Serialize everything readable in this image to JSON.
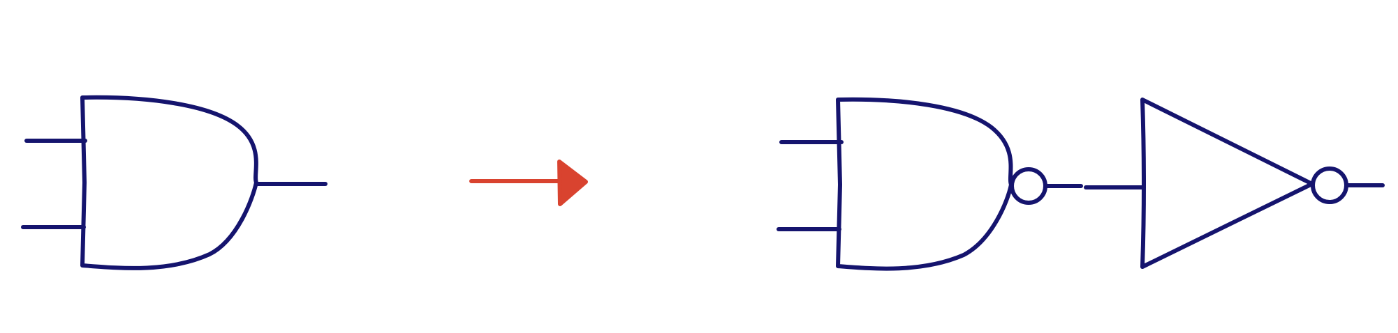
{
  "diagram": {
    "description_visible_text": "",
    "colors": {
      "gate": "#15146e",
      "arrow": "#d9432f",
      "background": "#ffffff"
    },
    "elements": [
      {
        "name": "and-gate",
        "type": "AND gate",
        "inputs": 2,
        "outputs": 1
      },
      {
        "name": "transform-arrow",
        "type": "arrow",
        "direction": "right"
      },
      {
        "name": "nand-gate",
        "type": "NAND gate",
        "inputs": 2,
        "outputs": 1
      },
      {
        "name": "not-gate",
        "type": "NOT gate (inverter)",
        "inputs": 1,
        "outputs": 1
      }
    ]
  }
}
